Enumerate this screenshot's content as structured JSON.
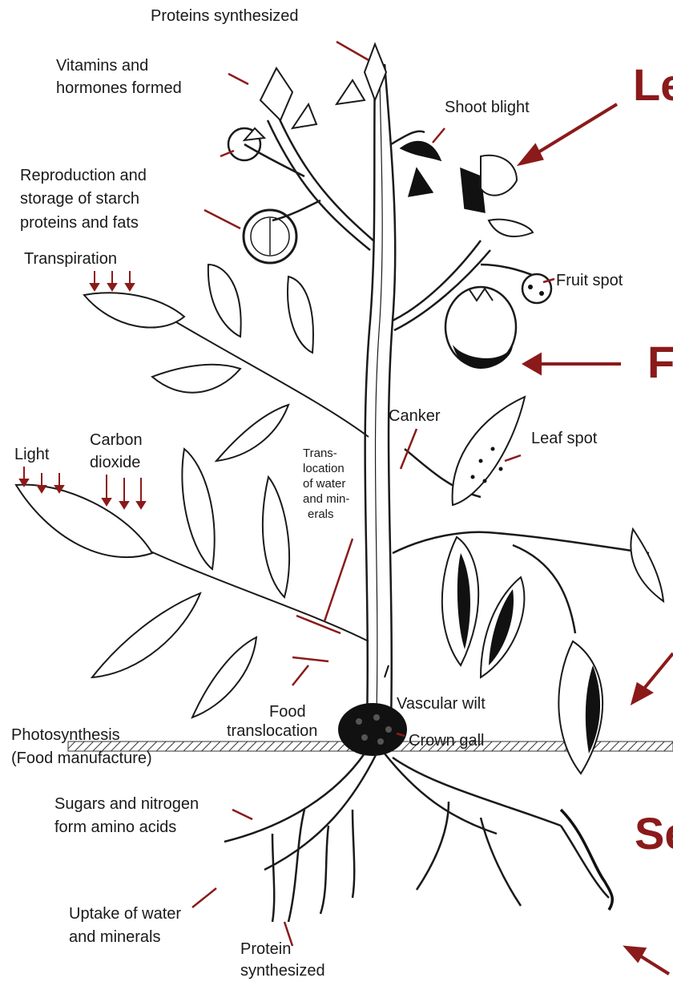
{
  "colors": {
    "line": "#1a1a1a",
    "accent": "#8b1a1a",
    "ground": "#333333"
  },
  "labels": {
    "proteins_top": "Proteins synthesized",
    "vitamins_1": "Vitamins and",
    "vitamins_2": "hormones formed",
    "shoot_blight": "Shoot blight",
    "repro_1": "Reproduction and",
    "repro_2": "storage of starch",
    "repro_3": "proteins and fats",
    "transpiration": "Transpiration",
    "fruit_spot": "Fruit spot",
    "canker": "Canker",
    "light": "Light",
    "carbon_1": "Carbon",
    "carbon_2": "dioxide",
    "trans_1": "Trans-",
    "trans_2": "location",
    "trans_3": "of water",
    "trans_4": "and min-",
    "trans_5": "erals",
    "leaf_spot": "Leaf spot",
    "vascular_wilt": "Vascular wilt",
    "food_1": "Food",
    "food_2": "translocation",
    "crown_gall": "Crown gall",
    "photo_1": "Photosynthesis",
    "photo_2": "(Food manufacture)",
    "sugars_1": "Sugars and nitrogen",
    "sugars_2": "form amino acids",
    "uptake_1": "Uptake of water",
    "uptake_2": "and minerals",
    "protein_bottom_1": "Protein",
    "protein_bottom_2": "synthesized"
  },
  "overlay": {
    "leaf_text": "Le",
    "fruit_text": "F",
    "seed_text": "Se"
  }
}
